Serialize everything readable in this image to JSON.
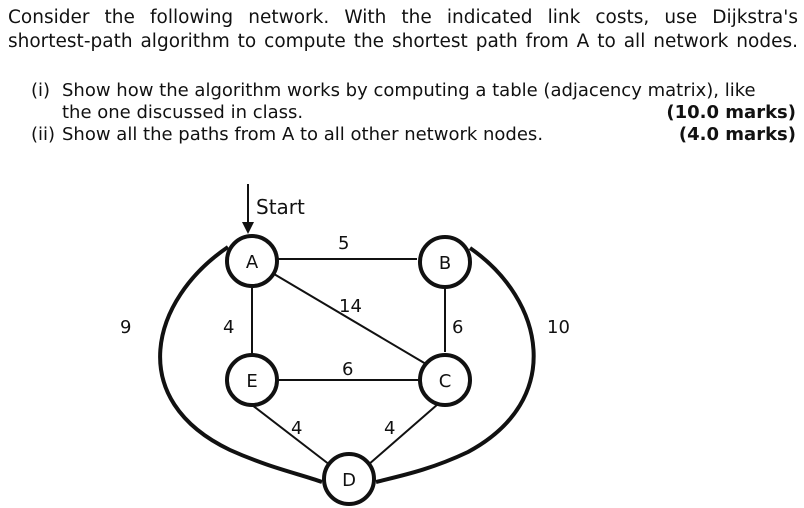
{
  "problem": {
    "intro_lines": [
      "Consider the following network. With the indicated link costs, use Dijkstra's",
      "shortest-path algorithm to compute the shortest path from A to all network nodes."
    ],
    "tasks": [
      {
        "label": "(i)",
        "text_lines": [
          "Show how the algorithm works by computing a table (adjacency matrix), like",
          "the one discussed in class."
        ],
        "marks": "(10.0 marks)"
      },
      {
        "label": "(ii)",
        "text_lines": [
          "Show all the paths from A to all other network nodes."
        ],
        "marks": "(4.0 marks)"
      }
    ]
  },
  "network": {
    "start_label": "Start",
    "nodes": [
      "A",
      "B",
      "C",
      "D",
      "E"
    ],
    "links": [
      {
        "from": "A",
        "to": "B",
        "cost": "5"
      },
      {
        "from": "A",
        "to": "C",
        "cost": "14"
      },
      {
        "from": "A",
        "to": "E",
        "cost": "4"
      },
      {
        "from": "B",
        "to": "C",
        "cost": "6"
      },
      {
        "from": "E",
        "to": "C",
        "cost": "6"
      },
      {
        "from": "E",
        "to": "D",
        "cost": "4"
      },
      {
        "from": "C",
        "to": "D",
        "cost": "4"
      },
      {
        "from": "A",
        "to": "D",
        "cost": "9"
      },
      {
        "from": "B",
        "to": "D",
        "cost": "10"
      }
    ]
  }
}
